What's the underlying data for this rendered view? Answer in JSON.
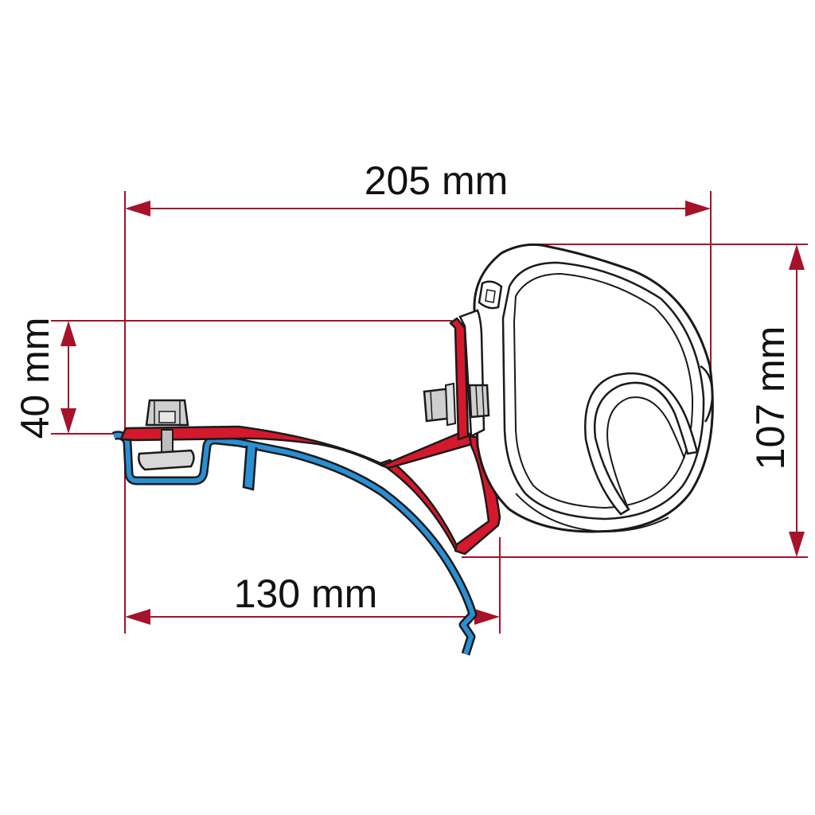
{
  "dimensions": {
    "overall_width": "205 mm",
    "base_width": "130 mm",
    "bracket_height": "40 mm",
    "overall_height": "107 mm"
  },
  "colors": {
    "dimension_line": "#a5122a",
    "bracket_red": "#d3192b",
    "rail_blue": "#2a8fd4",
    "outline": "#1a1a1a",
    "housing_fill": "#ffffff",
    "nut_fill": "#cfcfcf"
  }
}
